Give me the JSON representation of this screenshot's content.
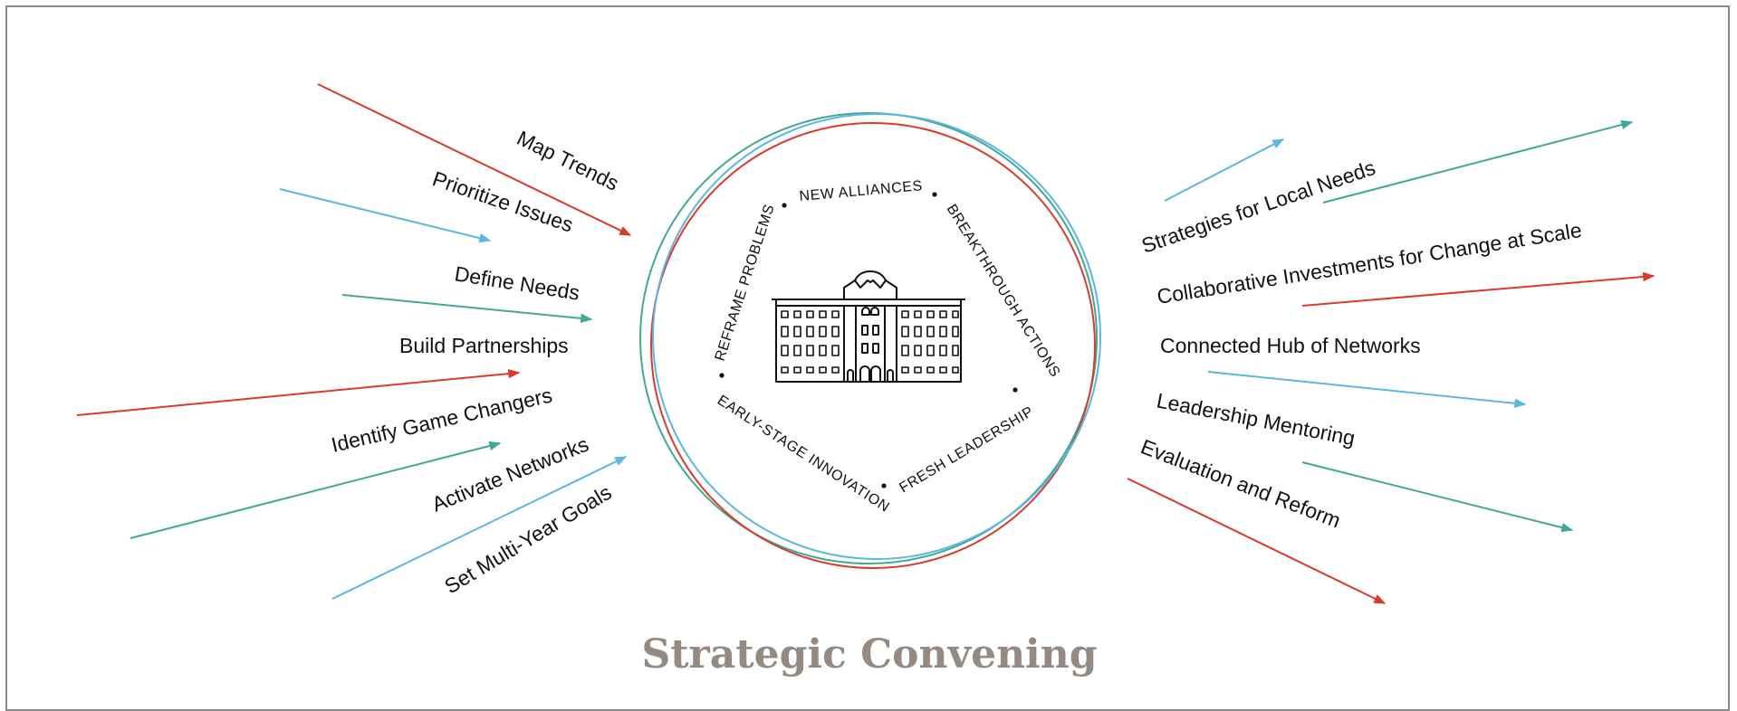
{
  "title": "Strategic Convening",
  "colors": {
    "red": "#d93a2b",
    "blue": "#5bb6e0",
    "teal": "#3fa896",
    "title": "#948a84",
    "text": "#111111"
  },
  "left_labels": [
    "Map Trends",
    "Prioritize Issues",
    "Define Needs",
    "Build Partnerships",
    "Identify Game Changers",
    "Activate Networks",
    "Set Multi-Year Goals"
  ],
  "right_labels": [
    "Strategies for Local Needs",
    "Collaborative Investments for Change at Scale",
    "Connected Hub of Networks",
    "Leadership Mentoring",
    "Evaluation and Reform"
  ],
  "ring_labels": {
    "top": "NEW ALLIANCES",
    "right": "BREAKTHROUGH ACTIONS",
    "bottom_right": "FRESH LEADERSHIP",
    "bottom_left": "EARLY-STAGE INNOVATION",
    "left": "REFRAME PROBLEMS"
  },
  "center_icon": "building-icon"
}
